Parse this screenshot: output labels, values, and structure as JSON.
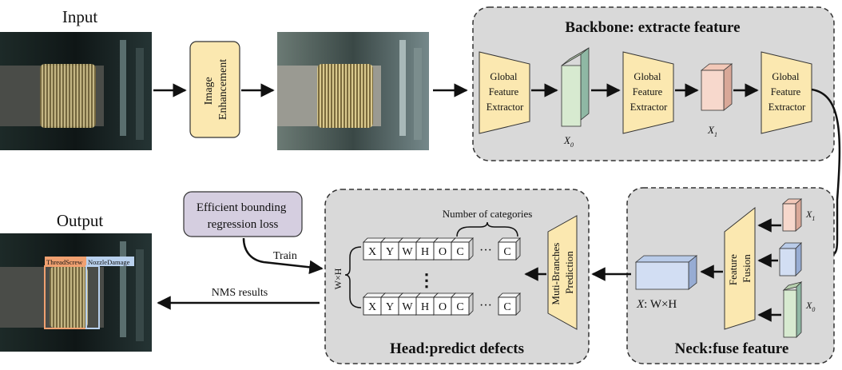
{
  "top_row": {
    "input_label": "Input",
    "enhancement_label": [
      "Image",
      "Enhancement"
    ]
  },
  "backbone": {
    "title": "Backbone: extracte feature",
    "extractor_lines": [
      "Global",
      "Feature",
      "Extractor"
    ],
    "x0_label": "X",
    "x0_sub": "0",
    "x1_label": "X",
    "x1_sub": "1"
  },
  "neck": {
    "title": "Neck:fuse feature",
    "fusion_label": [
      "Feature",
      "Fusion"
    ],
    "x1_label": "X",
    "x1_sub": "1",
    "x0_label": "X",
    "x0_sub": "0",
    "feature_label": "X",
    "feature_suffix": ": W×H"
  },
  "head": {
    "title": "Head:predict defects",
    "prediction_label": [
      "Muti-Branches",
      "Prediction"
    ],
    "categories_label": "Number of categories",
    "wh_label": "W×H",
    "cells": [
      "X",
      "Y",
      "W",
      "H",
      "O",
      "C"
    ],
    "last_cell": "C",
    "ellipsis": "···",
    "vdots": "⋮"
  },
  "loss": {
    "label": [
      "Efficient bounding",
      "regression loss"
    ],
    "train_label": "Train"
  },
  "output": {
    "output_label": "Output",
    "nms_label": "NMS results",
    "detections": [
      "ThreadScrew",
      "NozzleDamage"
    ]
  },
  "colors": {
    "extractor_fill": "#fbe8b0",
    "panel_fill": "#d9d9d9",
    "loss_fill": "#d5cee0",
    "x0_fill": "#d7ead0",
    "x1_fill": "#f7d8cc",
    "feature_fill": "#d2def3",
    "thread_box": "#f0a070",
    "nozzle_box": "#b9d1ee"
  }
}
